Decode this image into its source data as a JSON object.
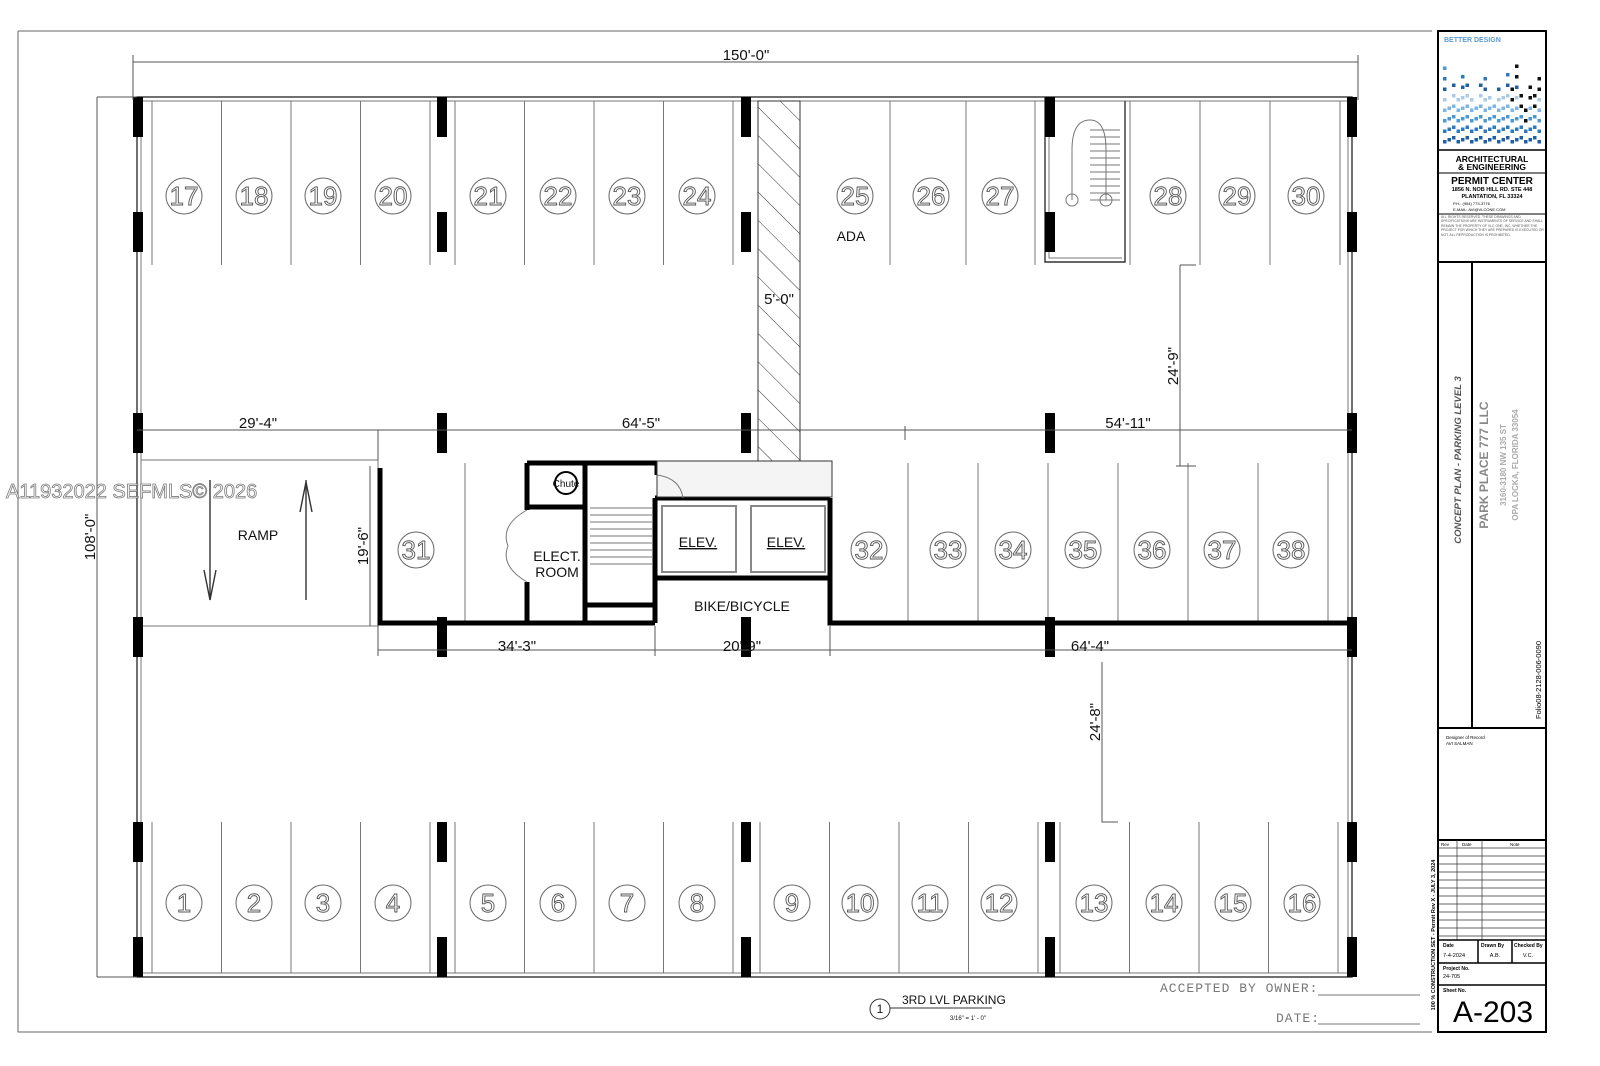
{
  "plan": {
    "overall_width": "150'-0\"",
    "overall_depth": "108'-0\"",
    "walkway_width": "5'-0\"",
    "dim_left_top": "29'-4\"",
    "dim_center_top": "64'-5\"",
    "dim_right_top": "54'-11\"",
    "dim_aisle_top": "24'-9\"",
    "dim_core_depth": "19'-6\"",
    "dim_left_bottom": "34'-3\"",
    "dim_center_bottom": "20'-9\"",
    "dim_right_bottom": "64'-4\"",
    "dim_aisle_bottom": "24'-8\"",
    "ramp_label": "RAMP",
    "ada_label": "ADA",
    "chute_label": "Chute",
    "elect_room_line1": "ELECT.",
    "elect_room_line2": "ROOM",
    "elev_1": "ELEV.",
    "elev_2": "ELEV.",
    "bike_label": "BIKE/BICYCLE",
    "stalls_top": [
      "17",
      "18",
      "19",
      "20",
      "21",
      "22",
      "23",
      "24",
      "25",
      "26",
      "27",
      "28",
      "29",
      "30"
    ],
    "stalls_middle": [
      "31",
      "32",
      "33",
      "34",
      "35",
      "36",
      "37",
      "38"
    ],
    "stalls_bottom": [
      "1",
      "2",
      "3",
      "4",
      "5",
      "6",
      "7",
      "8",
      "9",
      "10",
      "11",
      "12",
      "13",
      "14",
      "15",
      "16"
    ]
  },
  "drawing_label": {
    "number": "1",
    "title": "3RD LVL PARKING",
    "scale": "3/16\" = 1' - 0\""
  },
  "acceptance": {
    "accepted_by": "ACCEPTED BY OWNER:",
    "date": "DATE:"
  },
  "watermark": "A11932022  SEFMLS© 2026",
  "title_block": {
    "logo_text": "BETTER DESIGN",
    "firm_line1": "ARCHITECTURAL",
    "firm_line2": "& ENGINEERING",
    "firm_name": "PERMIT CENTER",
    "address1": "1856 N. NOB HILL RD. STE 448",
    "address2": "PLANTATION, FL 33324",
    "phone": "P.H.: (954) 773-3776",
    "email": "E-MAIL: AVI@VLCONE.COM",
    "rights_notice": "ALL RIGHTS RESERVED. THESE DRAWINGS AND SPECIFICATIONS ARE INSTRUMENTS OF SERVICE AND SHALL REMAIN THE PROPERTY OF VLC ONE, INC. WHETHER THE PROJECT FOR WHICH THEY ARE PREPARED IS EXECUTED OR NOT. ALL REPRODUCTION IS PROHIBITED.",
    "sheet_title": "CONCEPT PLAN - PARKING LEVEL 3",
    "project_name": "PARK PLACE 777 LLC",
    "project_address1": "3160-3180 NW 135 ST",
    "project_address2": "OPA LOCKA, FLORIDA 33054",
    "folio": "Folio08-2128-006-0090",
    "designer_label": "Designer of Record",
    "designer_name": "AVI SALMAN",
    "rev_headers": [
      "Rev",
      "Date",
      "Note"
    ],
    "date_label": "Date",
    "date_value": "7-4-2024",
    "drawn_by_label": "Drawn By",
    "drawn_by_value": "A.B.",
    "checked_by_label": "Checked By",
    "checked_by_value": "V.C.",
    "project_no_label": "Project No.",
    "project_no_value": "24-705",
    "sheet_no_label": "Sheet No.",
    "sheet_no_value": "A-203",
    "issue_note": "100 % CONSTRUCTION SET - Permit Rev X - JULY 3, 2024"
  }
}
